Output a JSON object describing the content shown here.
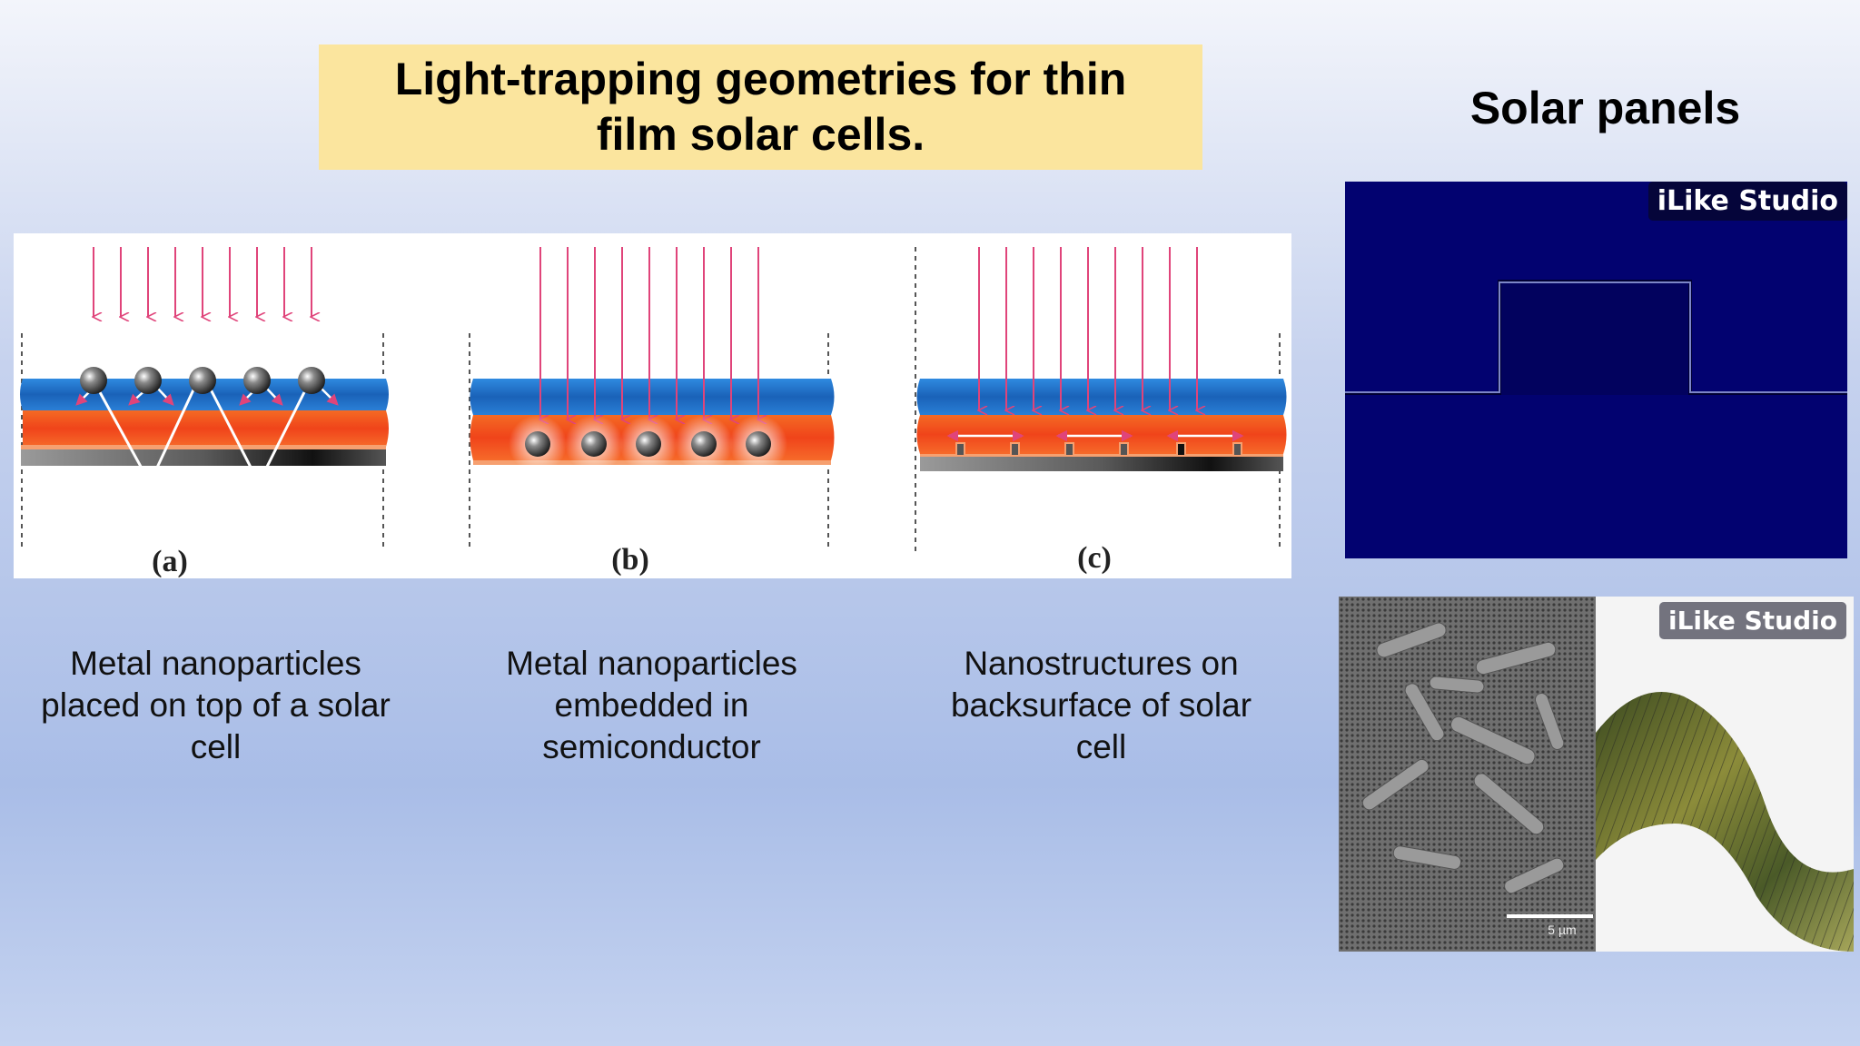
{
  "slide": {
    "title": "Light-trapping geometries for thin film solar cells.",
    "side_title": "Solar panels"
  },
  "figure": {
    "panel_labels": [
      "(a)",
      "(b)",
      "(c)"
    ]
  },
  "captions": [
    "Metal nanoparticles placed on top of a solar cell",
    "Metal nanoparticles embedded in semiconductor",
    "Nanostructures on backsurface of solar cell"
  ],
  "media": {
    "video_watermark": "iLike Studio",
    "photo_watermark": "iLike Studio",
    "scale_bar_label": "5 µm"
  },
  "colors": {
    "title_bg": "#fbe59e",
    "blue_layer": "#1d6fc7",
    "orange_layer": "#f0521e",
    "arrow": "#e0447a",
    "video_bg": "#020270"
  }
}
